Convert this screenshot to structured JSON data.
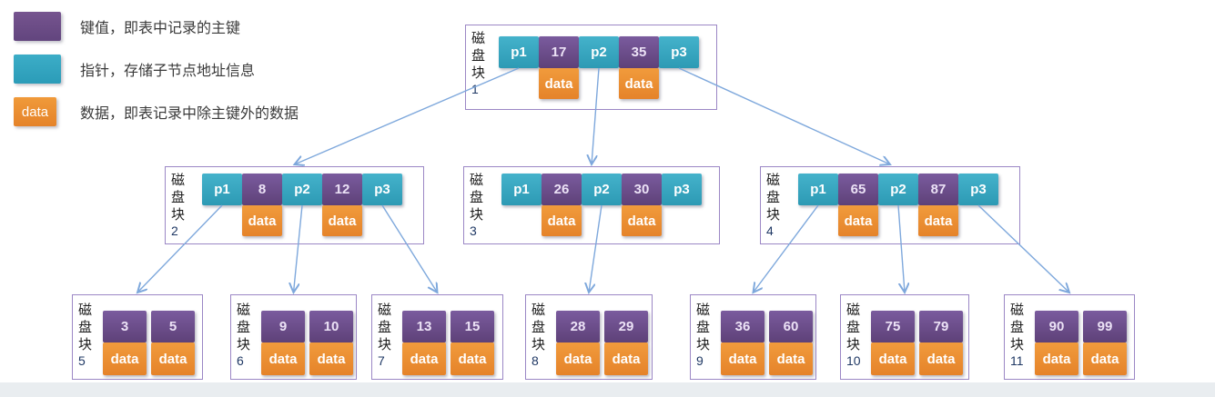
{
  "legend": {
    "items": [
      {
        "id": "key",
        "label": "键值，即表中记录的主键"
      },
      {
        "id": "pointer",
        "label": "指针，存储子节点地址信息"
      },
      {
        "id": "data",
        "swatch_text": "data",
        "label": "数据，即表记录中除主键外的数据"
      }
    ]
  },
  "labels": {
    "data": "data"
  },
  "nodes": {
    "b1": {
      "label": "磁盘块",
      "num": "1",
      "cells": [
        "p1",
        "17",
        "p2",
        "35",
        "p3"
      ]
    },
    "b2": {
      "label": "磁盘块",
      "num": "2",
      "cells": [
        "p1",
        "8",
        "p2",
        "12",
        "p3"
      ]
    },
    "b3": {
      "label": "磁盘块",
      "num": "3",
      "cells": [
        "p1",
        "26",
        "p2",
        "30",
        "p3"
      ]
    },
    "b4": {
      "label": "磁盘块",
      "num": "4",
      "cells": [
        "p1",
        "65",
        "p2",
        "87",
        "p3"
      ]
    },
    "b5": {
      "label": "磁盘块",
      "num": "5",
      "keys": [
        "3",
        "5"
      ]
    },
    "b6": {
      "label": "磁盘块",
      "num": "6",
      "keys": [
        "9",
        "10"
      ]
    },
    "b7": {
      "label": "磁盘块",
      "num": "7",
      "keys": [
        "13",
        "15"
      ]
    },
    "b8": {
      "label": "磁盘块",
      "num": "8",
      "keys": [
        "28",
        "29"
      ]
    },
    "b9": {
      "label": "磁盘块",
      "num": "9",
      "keys": [
        "36",
        "60"
      ]
    },
    "b10": {
      "label": "磁盘块",
      "num": "10",
      "keys": [
        "75",
        "79"
      ]
    },
    "b11": {
      "label": "磁盘块",
      "num": "11",
      "keys": [
        "90",
        "99"
      ]
    }
  },
  "edges": [
    {
      "from": "b1-p1",
      "to": "b2"
    },
    {
      "from": "b1-p2",
      "to": "b3"
    },
    {
      "from": "b1-p3",
      "to": "b4"
    },
    {
      "from": "b2-p1",
      "to": "b5"
    },
    {
      "from": "b2-p2",
      "to": "b6"
    },
    {
      "from": "b2-p3",
      "to": "b7"
    },
    {
      "from": "b3-p2",
      "to": "b8"
    },
    {
      "from": "b4-p1",
      "to": "b9"
    },
    {
      "from": "b4-p2",
      "to": "b10"
    },
    {
      "from": "b4-p3",
      "to": "b11"
    }
  ],
  "colors": {
    "key": "#6a4b8e",
    "pointer": "#31a6c2",
    "data": "#ec8c2d",
    "arrow": "#7ea8dc",
    "node_border": "#9b87c5"
  }
}
